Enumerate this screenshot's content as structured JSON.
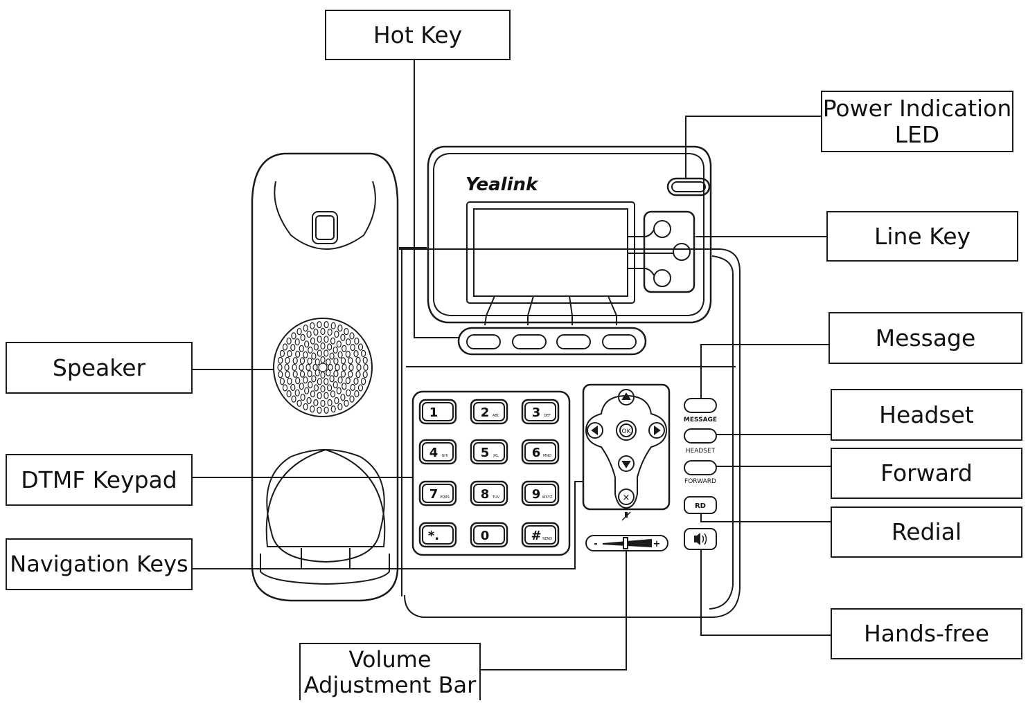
{
  "brand": "Yealink",
  "callouts": {
    "hot_key": "Hot Key",
    "power_led": [
      "Power Indication",
      "LED"
    ],
    "line_key": "Line Key",
    "message": "Message",
    "headset": "Headset",
    "forward": "Forward",
    "redial": "Redial",
    "hands_free": "Hands-free",
    "speaker": "Speaker",
    "dtmf_keypad": "DTMF Keypad",
    "navigation_keys": "Navigation Keys",
    "volume_bar": [
      "Volume",
      "Adjustment Bar"
    ]
  },
  "keypad": [
    {
      "digit": "1",
      "sub": ""
    },
    {
      "digit": "2",
      "sub": "ABC"
    },
    {
      "digit": "3",
      "sub": "DEF"
    },
    {
      "digit": "4",
      "sub": "GHI"
    },
    {
      "digit": "5",
      "sub": "JKL"
    },
    {
      "digit": "6",
      "sub": "MNO"
    },
    {
      "digit": "7",
      "sub": "PQRS"
    },
    {
      "digit": "8",
      "sub": "TUV"
    },
    {
      "digit": "9",
      "sub": "WXYZ"
    },
    {
      "digit": "*.",
      "sub": ""
    },
    {
      "digit": "0",
      "sub": ""
    },
    {
      "digit": "#",
      "sub": "SEND"
    }
  ],
  "function_keys": {
    "message": "MESSAGE",
    "headset": "HEADSET",
    "forward": "FORWARD",
    "redial": "RD"
  },
  "nav": {
    "ok": "OK",
    "cancel": "×"
  },
  "volume": {
    "minus": "-",
    "plus": "+"
  },
  "icons": {
    "nav_up": "triangle-up-icon",
    "nav_down": "triangle-down-icon",
    "nav_left": "triangle-left-icon",
    "nav_right": "triangle-right-icon",
    "mute": "microphone-mute-icon",
    "handsfree": "speaker-icon"
  },
  "colors": {
    "line": "#1a1a1a",
    "background": "#ffffff"
  }
}
